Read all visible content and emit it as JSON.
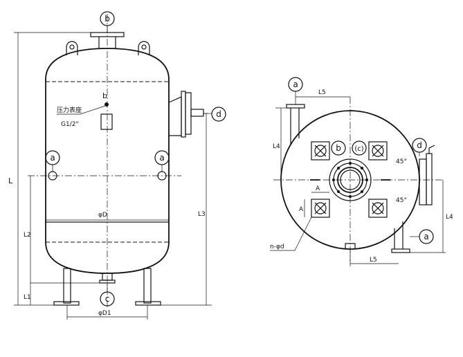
{
  "front_view": {
    "bubble_b_top": "b",
    "bubble_a_left": "a",
    "bubble_a_right": "a",
    "bubble_d": "d",
    "bubble_c": "c",
    "gauge_label_b": "b",
    "gauge_seat_text": "压力表座",
    "gauge_thread": "G1/2\"",
    "dim_diameter": "φD",
    "dim_leg_circle": "φD1",
    "dim_L": "L",
    "dim_L1": "L1",
    "dim_L2": "L2",
    "dim_L3": "L3"
  },
  "top_view": {
    "bubble_a_top": "a",
    "bubble_a_right": "a",
    "bubble_d": "d",
    "bubble_b": "b",
    "bubble_c": "(c)",
    "dim_L5_top": "L5",
    "dim_L5_bottom": "L5",
    "dim_L4_left": "L4",
    "dim_L4_right": "L4",
    "dim_A_h": "A",
    "dim_A_v": "A",
    "angle_1": "45°",
    "angle_2": "45°",
    "holes_label": "n-φd"
  }
}
